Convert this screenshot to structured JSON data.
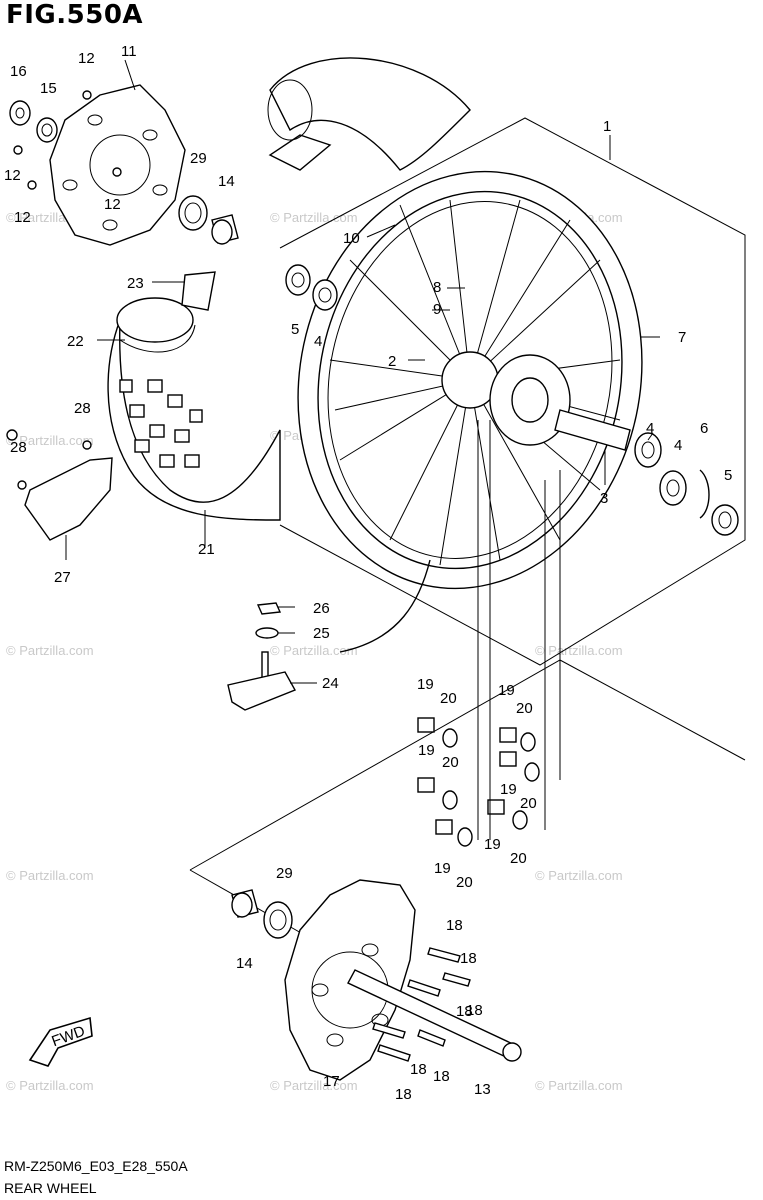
{
  "figure": {
    "title": "FIG.550A",
    "code": "RM-Z250M6_E03_E28_550A",
    "name": "REAR WHEEL",
    "watermark": "© Partzilla.com",
    "fwd_label": "FWD"
  },
  "callouts": [
    "1",
    "2",
    "3",
    "4",
    "4",
    "4",
    "5",
    "5",
    "6",
    "7",
    "8",
    "9",
    "10",
    "11",
    "12",
    "12",
    "12",
    "12",
    "13",
    "14",
    "14",
    "15",
    "16",
    "17",
    "18",
    "18",
    "18",
    "18",
    "18",
    "18",
    "18",
    "19",
    "19",
    "19",
    "19",
    "19",
    "19",
    "20",
    "20",
    "20",
    "20",
    "20",
    "20",
    "21",
    "22",
    "23",
    "24",
    "25",
    "26",
    "27",
    "28",
    "28",
    "29",
    "29"
  ],
  "colors": {
    "line": "#000000",
    "background": "#ffffff",
    "watermark": "#c9c9c9"
  }
}
